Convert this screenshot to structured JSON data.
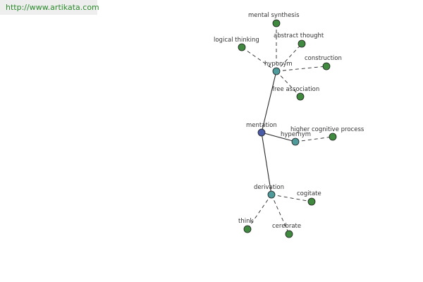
{
  "source_link": {
    "text": "http://www.artikata.com"
  },
  "colors": {
    "hub": "#4a5ba8",
    "relation": "#4f9a9a",
    "leaf": "#3f8a3f",
    "stroke": "#2a2a2a",
    "link_text": "#2b8a2b"
  },
  "nodes": [
    {
      "id": "mentation",
      "label": "mentation",
      "kind": "hub"
    },
    {
      "id": "hyponym",
      "label": "hyponym",
      "kind": "relation"
    },
    {
      "id": "hypernym",
      "label": "hypernym",
      "kind": "relation"
    },
    {
      "id": "derivation",
      "label": "derivation",
      "kind": "relation"
    },
    {
      "id": "mental-synthesis",
      "label": "mental synthesis",
      "kind": "leaf"
    },
    {
      "id": "logical-thinking",
      "label": "logical thinking",
      "kind": "leaf"
    },
    {
      "id": "abstract-thought",
      "label": "abstract thought",
      "kind": "leaf"
    },
    {
      "id": "construction",
      "label": "construction",
      "kind": "leaf"
    },
    {
      "id": "free-association",
      "label": "free association",
      "kind": "leaf"
    },
    {
      "id": "higher-cognitive-process",
      "label": "higher cognitive process",
      "kind": "leaf"
    },
    {
      "id": "cogitate",
      "label": "cogitate",
      "kind": "leaf"
    },
    {
      "id": "think",
      "label": "think",
      "kind": "leaf"
    },
    {
      "id": "cerebrate",
      "label": "cerebrate",
      "kind": "leaf"
    }
  ],
  "edges": [
    {
      "from": "mentation",
      "to": "hyponym",
      "style": "solid"
    },
    {
      "from": "mentation",
      "to": "hypernym",
      "style": "solid"
    },
    {
      "from": "mentation",
      "to": "derivation",
      "style": "solid"
    },
    {
      "from": "hyponym",
      "to": "mental-synthesis",
      "style": "dashed"
    },
    {
      "from": "hyponym",
      "to": "logical-thinking",
      "style": "dashed"
    },
    {
      "from": "hyponym",
      "to": "abstract-thought",
      "style": "dashed"
    },
    {
      "from": "hyponym",
      "to": "construction",
      "style": "dashed"
    },
    {
      "from": "hyponym",
      "to": "free-association",
      "style": "dashed"
    },
    {
      "from": "hypernym",
      "to": "higher-cognitive-process",
      "style": "dashed"
    },
    {
      "from": "derivation",
      "to": "cogitate",
      "style": "dashed"
    },
    {
      "from": "derivation",
      "to": "think",
      "style": "dashed"
    },
    {
      "from": "derivation",
      "to": "cerebrate",
      "style": "dashed"
    }
  ]
}
